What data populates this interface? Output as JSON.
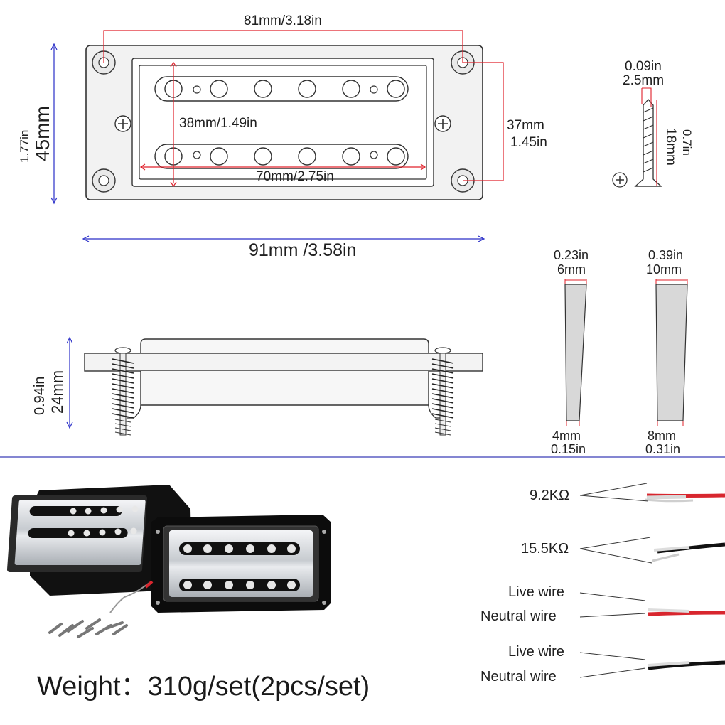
{
  "top_view": {
    "width_top": "81mm/3.18in",
    "inner_height": "38mm/1.49in",
    "inner_width": "70mm/2.75in",
    "height_in": "1.77in",
    "height_mm": "45mm",
    "right_height_mm": "37mm",
    "right_height_in": "1.45in",
    "overall_width": "91mm /3.58in"
  },
  "screw": {
    "diameter_in": "0.09in",
    "diameter_mm": "2.5mm",
    "length_mm": "18mm",
    "length_in": "0.7in"
  },
  "side_view": {
    "height_in": "0.94in",
    "height_mm": "24mm"
  },
  "wedges": [
    {
      "top_in": "0.23in",
      "top_mm": "6mm",
      "bottom_mm": "4mm",
      "bottom_in": "0.15in"
    },
    {
      "top_in": "0.39in",
      "top_mm": "10mm",
      "bottom_mm": "8mm",
      "bottom_in": "0.31in"
    }
  ],
  "wiring": {
    "resistance_1": "9.2KΩ",
    "resistance_2": "15.5KΩ",
    "set1_live": "Live wire",
    "set1_neutral": "Neutral wire",
    "set2_live": "Live wire",
    "set2_neutral": "Neutral wire"
  },
  "weight": "Weight：310g/set(2pcs/set)",
  "colors": {
    "dimension_red": "#e0202a",
    "dimension_blue": "#2a2fc8",
    "wire_red": "#d8262e",
    "chrome": "#c9cdd2",
    "bezel": "#111111"
  }
}
